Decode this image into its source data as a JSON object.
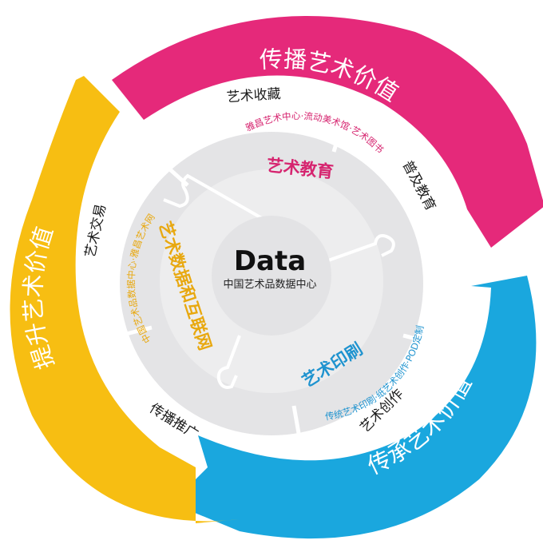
{
  "center": {
    "title": "Data",
    "subtitle": "中国艺术品数据中心"
  },
  "arrows": {
    "top": "传播艺术价值",
    "right": "传承艺术价值",
    "left": "提升艺术价值"
  },
  "ring": {
    "collection": "艺术收藏",
    "popular_edu": "普及教育",
    "creation": "艺术创作",
    "promotion": "传播推广",
    "trade": "艺术交易"
  },
  "puzzle": {
    "education": {
      "title": "艺术教育",
      "subtitle": "雅昌艺术中心·流动美术馆·艺术图书"
    },
    "printing": {
      "title": "艺术印刷",
      "subtitle": "传统艺术印刷·纸艺术创作·POD定制"
    },
    "internet": {
      "title": "艺术数据和互联网",
      "subtitle": "中国艺术品数据中心·雅昌艺术网"
    }
  },
  "colors": {
    "magenta": "#E5297A",
    "cyan": "#1AA7DE",
    "yellow": "#F7BE12",
    "ring": "#E4E4E6",
    "puzzle": "#EDEDEE",
    "center": "#E3E3E5",
    "education_text": "#D6246F",
    "printing_text": "#1F93CF",
    "internet_text": "#E8A80F"
  }
}
